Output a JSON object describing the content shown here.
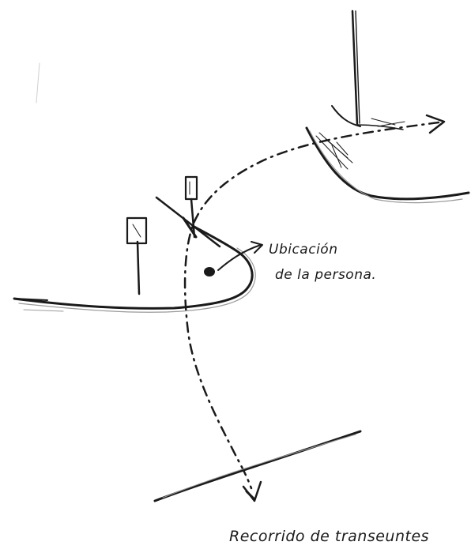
{
  "labels": {
    "person_location_line1": "Ubicación",
    "person_location_line2": "de la persona.",
    "pedestrian_route": "Recorrido de transeuntes"
  },
  "colors": {
    "ink": "#1a1a1a",
    "paper": "#ffffff",
    "pencil": "#9a9a9a"
  }
}
